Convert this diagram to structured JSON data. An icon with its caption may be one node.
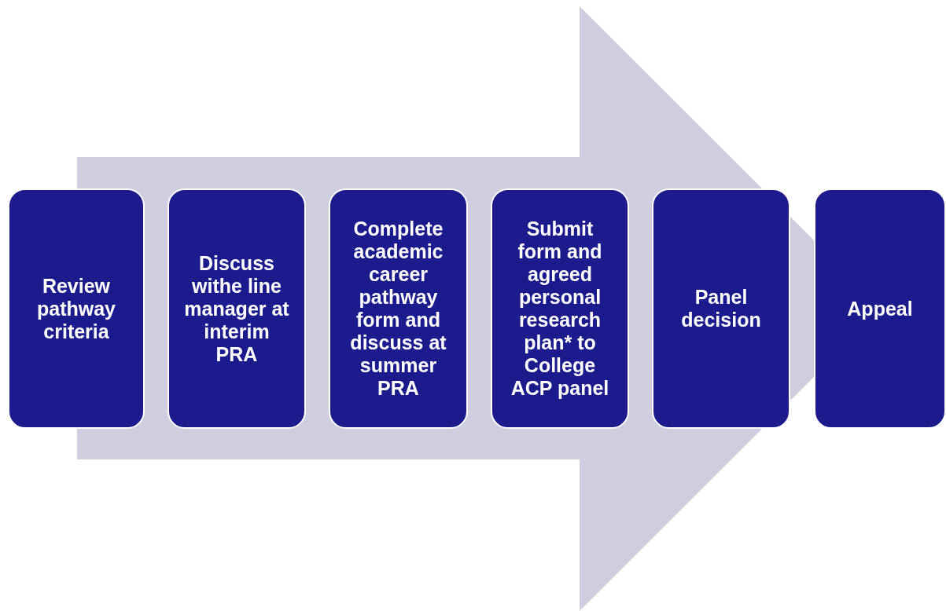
{
  "diagram": {
    "nodes": [
      {
        "text": [
          "Review pathway criteria"
        ]
      },
      {
        "text": [
          "Discuss withe line manager at interim PRA"
        ]
      },
      {
        "text": [
          "Complete academic career pathway form and discuss at summer PRA"
        ]
      },
      {
        "text": [
          "Submit form and agreed personal research plan* to College ACP panel"
        ]
      },
      {
        "text": [
          "Panel decision"
        ]
      },
      {
        "text": [
          "Appeal"
        ]
      }
    ],
    "edges": [
      {
        "from": 0,
        "to": 5,
        "arrow": "to"
      }
    ]
  }
}
